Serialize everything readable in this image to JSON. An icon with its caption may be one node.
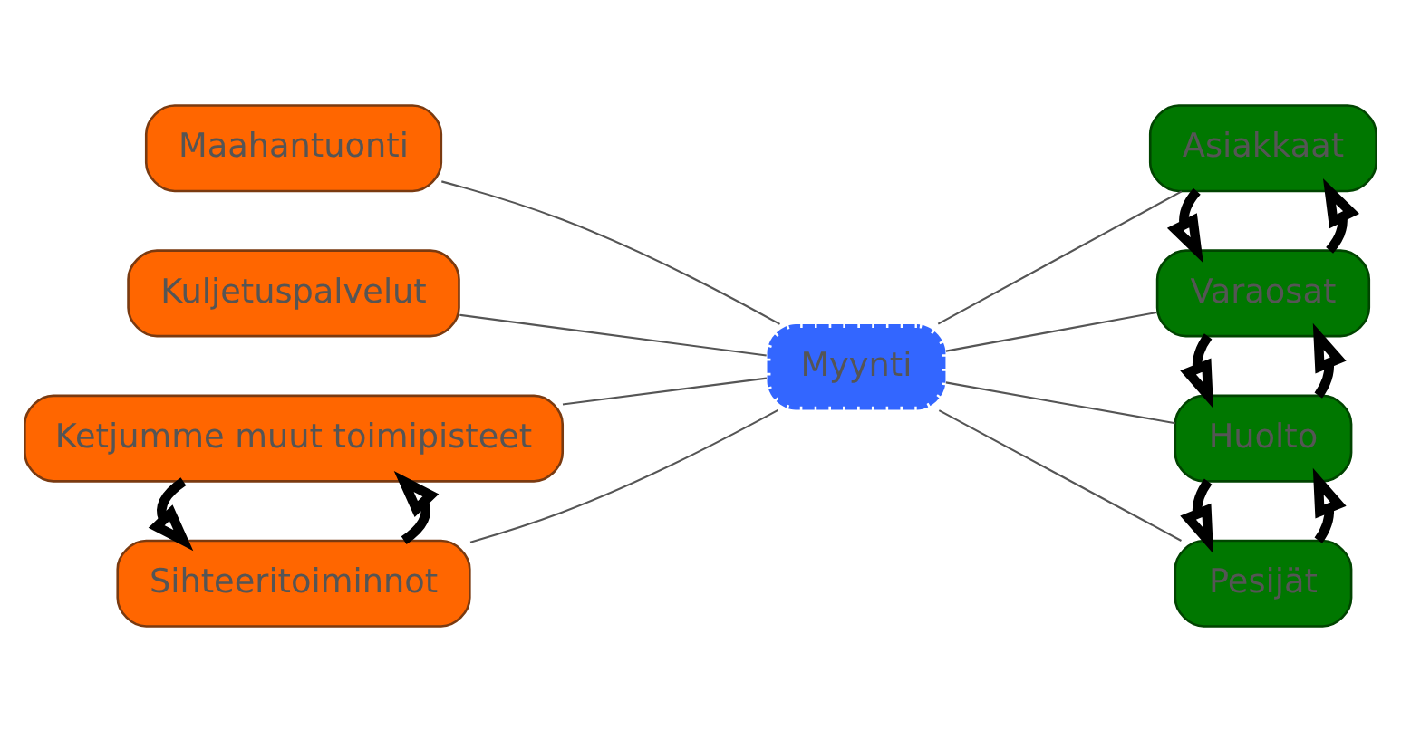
{
  "diagram": {
    "nodes": [
      {
        "text": [
          "Maahantuonti"
        ]
      },
      {
        "text": [
          "Kuljetuspalvelut"
        ]
      },
      {
        "text": [
          "Sihteeritoiminnot"
        ]
      },
      {
        "text": [
          "Ketjumme muut toimipisteet"
        ]
      },
      {
        "text": [
          "Myynti"
        ]
      },
      {
        "text": [
          "Pesijät"
        ]
      },
      {
        "text": [
          "Huolto"
        ]
      },
      {
        "text": [
          "Varaosat"
        ]
      },
      {
        "text": [
          "Asiakkaat"
        ]
      }
    ],
    "edges": [
      {
        "from": 0,
        "to": 4,
        "arrow": "none"
      },
      {
        "from": 1,
        "to": 4,
        "arrow": "none"
      },
      {
        "from": 2,
        "to": 4,
        "arrow": "none"
      },
      {
        "from": 3,
        "to": 4,
        "arrow": "none"
      },
      {
        "from": 4,
        "to": 5,
        "arrow": "none"
      },
      {
        "from": 4,
        "to": 6,
        "arrow": "none"
      },
      {
        "from": 4,
        "to": 7,
        "arrow": "none"
      },
      {
        "from": 4,
        "to": 8,
        "arrow": "none"
      },
      {
        "from": 2,
        "to": 3,
        "arrow": "to",
        "style": "thick",
        "color": "#000000"
      },
      {
        "from": 3,
        "to": 2,
        "arrow": "to",
        "style": "thick",
        "color": "#000000"
      },
      {
        "from": 5,
        "to": 6,
        "arrow": "to",
        "style": "thick",
        "color": "#000000"
      },
      {
        "from": 6,
        "to": 5,
        "arrow": "to",
        "style": "thick",
        "color": "#000000"
      },
      {
        "from": 6,
        "to": 7,
        "arrow": "to",
        "style": "thick",
        "color": "#000000"
      },
      {
        "from": 7,
        "to": 6,
        "arrow": "to",
        "style": "thick",
        "color": "#000000"
      },
      {
        "from": 7,
        "to": 8,
        "arrow": "to",
        "style": "thick",
        "color": "#000000"
      },
      {
        "from": 8,
        "to": 7,
        "arrow": "to",
        "style": "thick",
        "color": "#000000"
      }
    ]
  }
}
